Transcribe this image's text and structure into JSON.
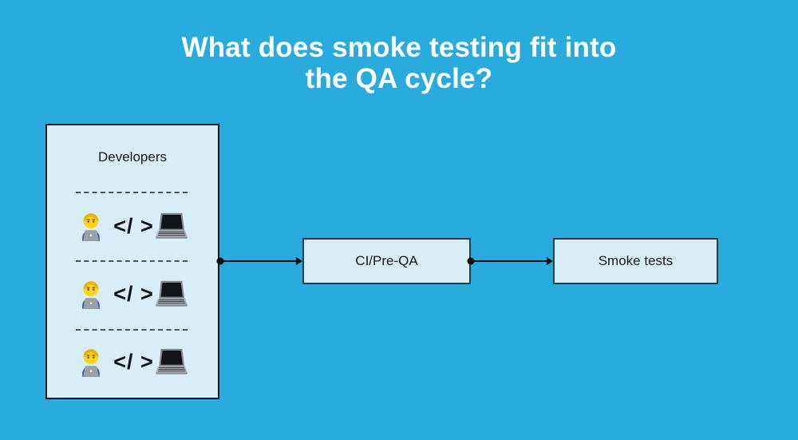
{
  "title": {
    "line1": "What does smoke testing fit into",
    "line2": "the QA cycle?"
  },
  "diagram": {
    "developers": {
      "label": "Developers",
      "rows": [
        {
          "icons": [
            "technologist-icon",
            "laptop-icon"
          ],
          "code_text": "</ >"
        },
        {
          "icons": [
            "technologist-icon",
            "laptop-icon"
          ],
          "code_text": "</ >"
        },
        {
          "icons": [
            "technologist-icon",
            "laptop-icon"
          ],
          "code_text": "</ >"
        }
      ]
    },
    "nodes": [
      {
        "label": "CI/Pre-QA"
      },
      {
        "label": "Smoke tests"
      }
    ],
    "connectors": [
      {
        "from": "developers-group",
        "to": "node-ci-pre-qa",
        "style": "dot-to-arrowhead"
      },
      {
        "from": "node-ci-pre-qa",
        "to": "node-smoke-tests",
        "style": "dot-to-arrowhead"
      }
    ]
  },
  "colors": {
    "background": "#2aabde",
    "box_fill": "#d7edf7",
    "group_border": "#0d1117",
    "node_border": "#2f3c48",
    "dash": "#4d555e",
    "arrow": "#0d0d0d",
    "title_text": "#ffffff",
    "label_text": "#16181d"
  }
}
